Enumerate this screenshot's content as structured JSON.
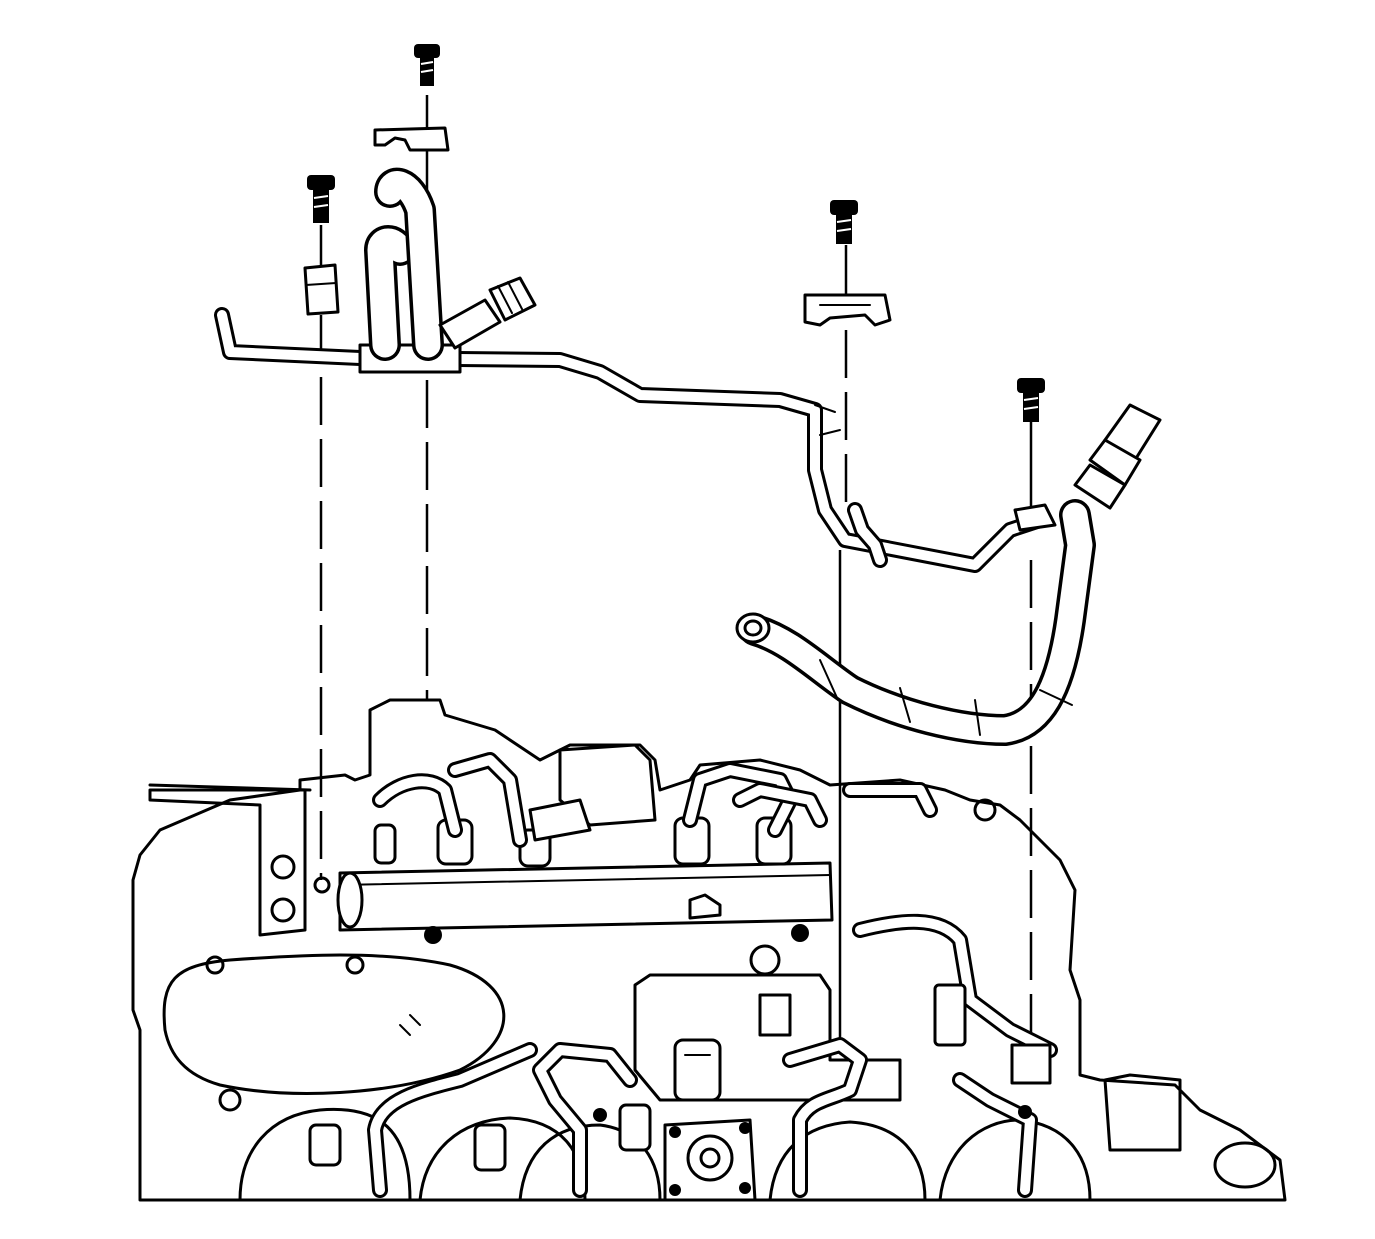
{
  "diagram": {
    "background_color": "#ffffff",
    "line_color": "#000000",
    "components": [
      "bolt-icon",
      "bracket-icon",
      "fuel-pipe-assembly",
      "coolant-hose",
      "engine-top-view"
    ]
  }
}
